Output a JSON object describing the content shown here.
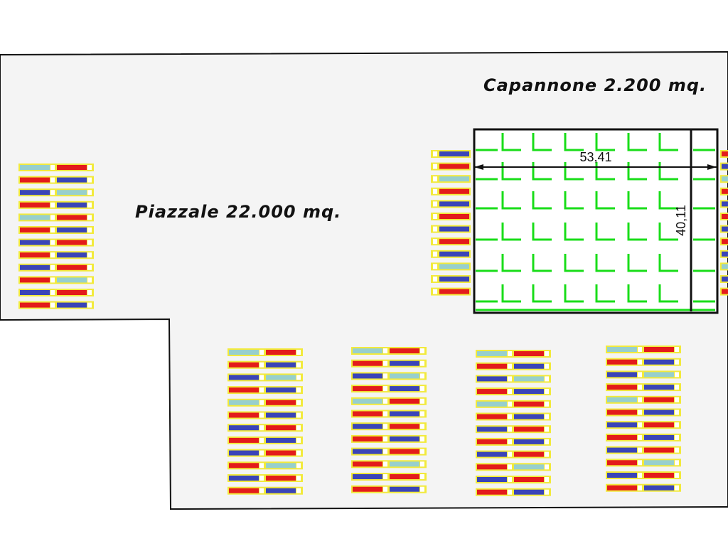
{
  "labels": {
    "yard": "Piazzale 22.000 mq.",
    "warehouse": "Capannone 2.200 mq."
  },
  "dimensions": {
    "width": "53,41",
    "height": "40,11"
  },
  "colors": {
    "background_area": "#f4f4f4",
    "outline": "#111111",
    "warehouse_grid": "#19dd19",
    "unit_red": "#e31b1b",
    "unit_blue": "#3a44b8",
    "unit_teal": "#97cfcd",
    "unit_frame": "#f2ea3c",
    "unit_spacer": "#ffffff"
  },
  "symbols": {
    "storage_unit": "parked-container-unit",
    "grid_mark": "corner-bracket-mark"
  }
}
